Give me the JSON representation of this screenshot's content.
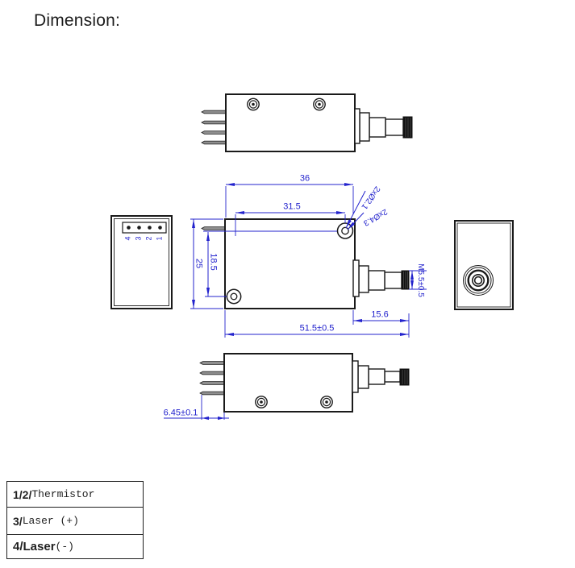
{
  "title": "Dimension:",
  "colors": {
    "line_color": "#1a1a1a",
    "dimension_color": "#2323cd"
  },
  "dimensions": {
    "body_width": "36",
    "hole_spacing_h": "31.5",
    "body_depth": "25",
    "hole_offset_v": "18.5",
    "thru_holes": "2xØ2.1",
    "cbore_holes": "2xØ4.3",
    "thread_size": "M5.5±0.5",
    "nose_length": "15.6",
    "overall_length": "51.5±0.5",
    "pin_protrusion": "6.45±0.1"
  },
  "pin_numbers": [
    "4",
    "3",
    "2",
    "1"
  ],
  "pin_table": {
    "rows": [
      {
        "pins": "1/2/",
        "signal": "Thermistor"
      },
      {
        "pins": "3/",
        "signal": "Laser (+)"
      },
      {
        "pins": "4/Laser",
        "signal": "(-)"
      }
    ]
  }
}
